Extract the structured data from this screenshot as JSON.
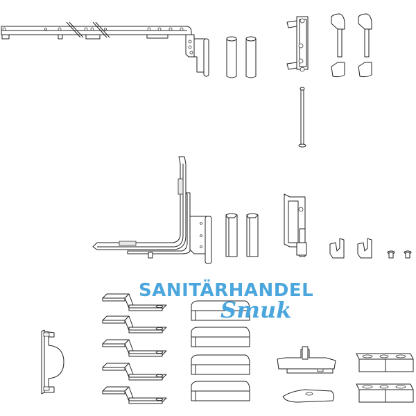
{
  "diagram": {
    "title": "Window fitting parts kit (exploded view)",
    "watermark": {
      "line1": "SANITÄRHANDEL",
      "line2": "Smuk",
      "color": "#4aa6dc"
    },
    "line_color": "#222222",
    "background": "#ffffff",
    "parts": [
      {
        "id": "top-stay-arm",
        "description": "Long horizontal stay arm with break lines and corner hinge"
      },
      {
        "id": "hinge-cover-cylinders-top",
        "description": "Two round hinge cover caps"
      },
      {
        "id": "frame-hinge-top",
        "description": "Frame hinge bracket"
      },
      {
        "id": "hinge-cover-caps-top",
        "description": "Two curved cover caps"
      },
      {
        "id": "hinge-pin",
        "description": "Long hinge pin"
      },
      {
        "id": "corner-drive",
        "description": "L-shaped corner drive with hinge"
      },
      {
        "id": "hinge-cover-cylinders-mid",
        "description": "Two square-edged cover caps"
      },
      {
        "id": "frame-hinge-mid",
        "description": "Lower frame hinge bracket"
      },
      {
        "id": "hook-clips",
        "description": "Two hook clips"
      },
      {
        "id": "small-screws",
        "description": "Two small screws"
      },
      {
        "id": "side-plate",
        "description": "Side cover plate"
      },
      {
        "id": "spacer-plates",
        "description": "Five cranked spacer plates"
      },
      {
        "id": "cover-blocks",
        "description": "Four cover blocks"
      },
      {
        "id": "bearing-block",
        "description": "Bearing block"
      },
      {
        "id": "washer-plate",
        "description": "Flat washer plate"
      },
      {
        "id": "packing-blocks",
        "description": "Two packing blocks"
      }
    ]
  }
}
